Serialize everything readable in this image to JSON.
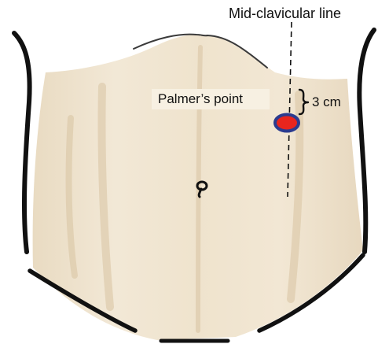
{
  "labels": {
    "midclavicular": "Mid-clavicular line",
    "palmers_point": "Palmer’s point",
    "distance": "3 cm"
  },
  "colors": {
    "skin": "#efe3cd",
    "outline": "#111111",
    "marker_fill": "#e8251d",
    "marker_ring": "#2b3b8f",
    "label_background": "#f7f0e2"
  },
  "icons": {
    "umbilicus": "umbilicus-icon",
    "marker": "palmers-point-marker"
  }
}
